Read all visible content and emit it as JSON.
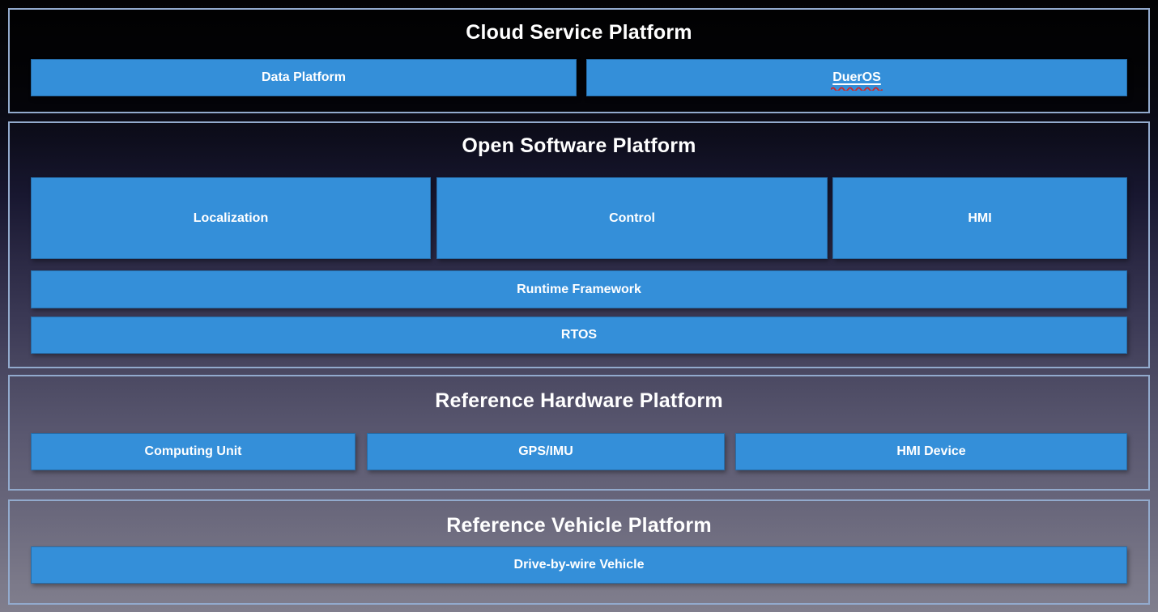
{
  "colors": {
    "box_blue": "#348fd9",
    "section_border": "#92aacd",
    "squiggle_red": "#d02a2a",
    "background_top": "#030304",
    "background_bottom": "#807e8d",
    "text_white": "#ffffff"
  },
  "sections": [
    {
      "id": "cloud-service-platform",
      "title": "Cloud Service Platform",
      "boxes": [
        {
          "label": "Data Platform"
        },
        {
          "label": "DuerOS",
          "styled_as_link": true,
          "spellcheck_squiggle": true
        }
      ]
    },
    {
      "id": "open-software-platform",
      "title": "Open Software Platform",
      "boxes": [
        {
          "label": "Localization"
        },
        {
          "label": "Control"
        },
        {
          "label": "HMI"
        },
        {
          "label": "Runtime Framework"
        },
        {
          "label": "RTOS"
        }
      ]
    },
    {
      "id": "reference-hardware-platform",
      "title": "Reference Hardware Platform",
      "boxes": [
        {
          "label": "Computing Unit"
        },
        {
          "label": "GPS/IMU"
        },
        {
          "label": "HMI Device"
        }
      ]
    },
    {
      "id": "reference-vehicle-platform",
      "title": "Reference Vehicle Platform",
      "boxes": [
        {
          "label": "Drive-by-wire Vehicle"
        }
      ]
    }
  ]
}
